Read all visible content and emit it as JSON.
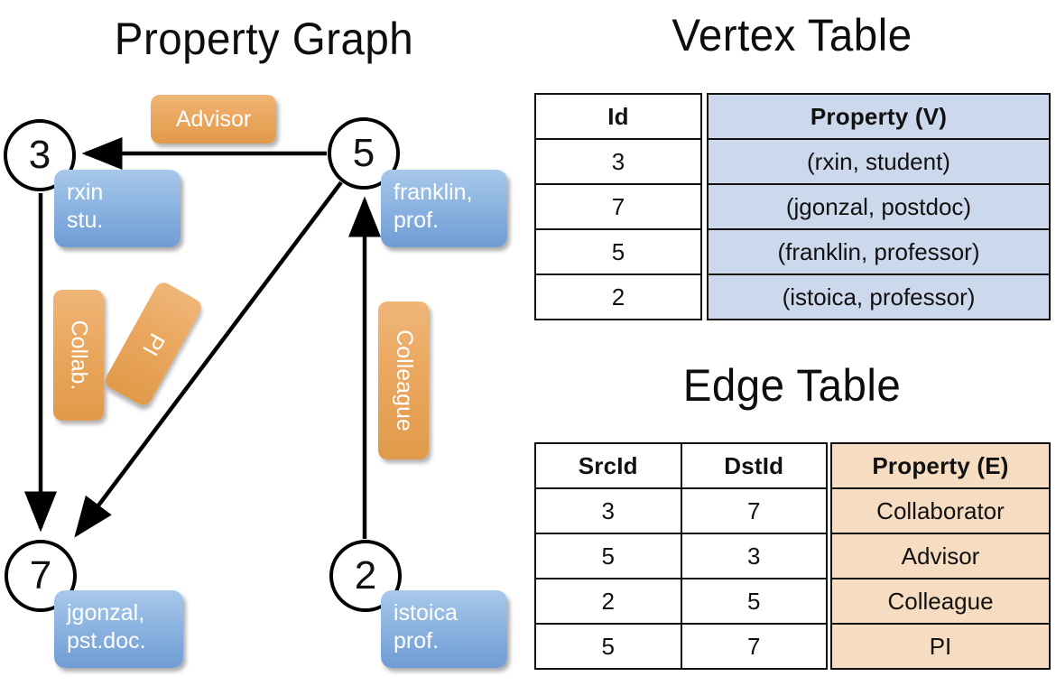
{
  "titles": {
    "property_graph": "Property Graph",
    "vertex_table": "Vertex Table",
    "edge_table": "Edge Table"
  },
  "colors": {
    "node_fill": "#ffffff",
    "node_stroke": "#000000",
    "vertex_property_fill": "#ccd9ec",
    "edge_property_fill": "#f6ddc2",
    "vertex_box_blue": "#7faadd",
    "edge_label_orange": "#eaa75f"
  },
  "graph": {
    "nodes": [
      {
        "id": "3",
        "label": "3",
        "property_line1": "rxin",
        "property_line2": "stu."
      },
      {
        "id": "5",
        "label": "5",
        "property_line1": "franklin,",
        "property_line2": "prof."
      },
      {
        "id": "7",
        "label": "7",
        "property_line1": "jgonzal,",
        "property_line2": "pst.doc."
      },
      {
        "id": "2",
        "label": "2",
        "property_line1": "istoica",
        "property_line2": "prof."
      }
    ],
    "edge_labels": [
      {
        "name": "advisor",
        "text": "Advisor"
      },
      {
        "name": "collab",
        "text": "Collab."
      },
      {
        "name": "pi",
        "text": "PI"
      },
      {
        "name": "colleague",
        "text": "Colleague"
      }
    ],
    "edges": [
      {
        "src": "5",
        "dst": "3",
        "label": "Advisor"
      },
      {
        "src": "3",
        "dst": "7",
        "label": "Collab."
      },
      {
        "src": "5",
        "dst": "7",
        "label": "PI"
      },
      {
        "src": "2",
        "dst": "5",
        "label": "Colleague"
      }
    ]
  },
  "vertex_table": {
    "id_header": "Id",
    "property_header": "Property (V)",
    "rows": [
      {
        "id": "3",
        "property": "(rxin, student)"
      },
      {
        "id": "7",
        "property": "(jgonzal, postdoc)"
      },
      {
        "id": "5",
        "property": "(franklin, professor)"
      },
      {
        "id": "2",
        "property": "(istoica, professor)"
      }
    ]
  },
  "edge_table": {
    "src_header": "SrcId",
    "dst_header": "DstId",
    "property_header": "Property (E)",
    "rows": [
      {
        "src": "3",
        "dst": "7",
        "property": "Collaborator"
      },
      {
        "src": "5",
        "dst": "3",
        "property": "Advisor"
      },
      {
        "src": "2",
        "dst": "5",
        "property": "Colleague"
      },
      {
        "src": "5",
        "dst": "7",
        "property": "PI"
      }
    ]
  }
}
